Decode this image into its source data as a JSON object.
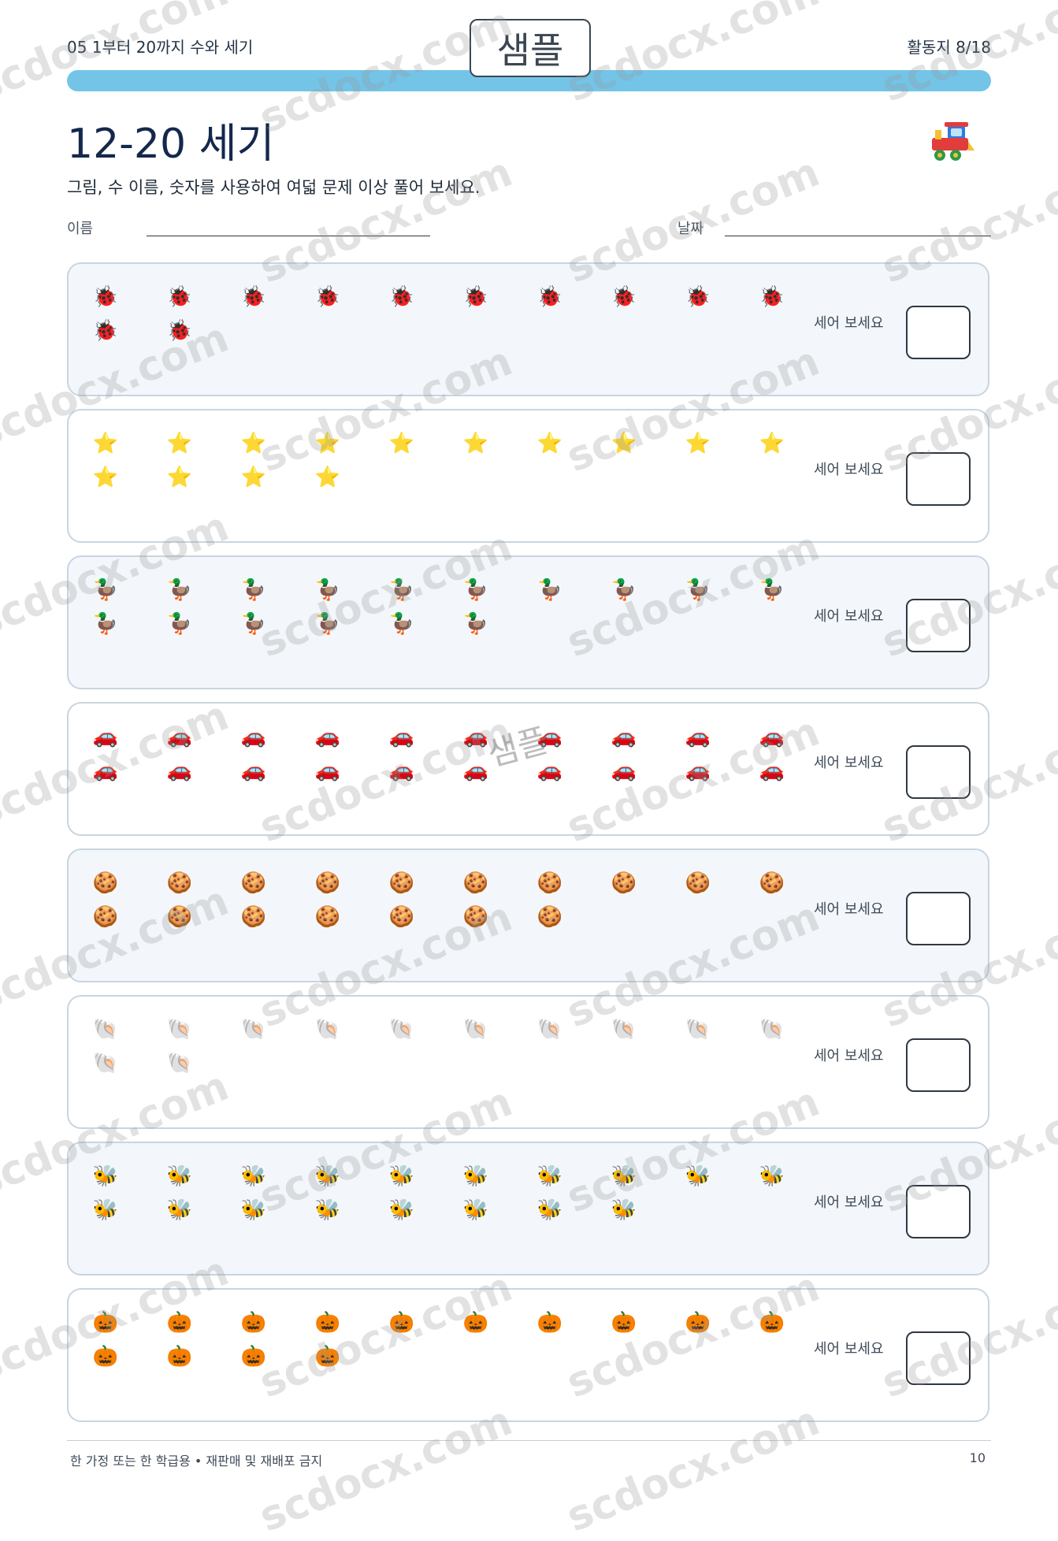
{
  "header": {
    "lesson": "05  1부터 20까지 수와 세기",
    "sample_badge": "샘플",
    "sheet": "활동지 8/18"
  },
  "title": "12-20 세기",
  "title_icon": "train-icon",
  "instruction": "그림, 수 이름, 숫자를 사용하여 여덟 문제 이상 풀어 보세요.",
  "name_label": "이름",
  "date_label": "날짜",
  "count_label": "세어 보세요",
  "rows": [
    {
      "icon": "ladybug",
      "glyph": "🐞",
      "count": 12
    },
    {
      "icon": "star",
      "glyph": "⭐",
      "count": 14
    },
    {
      "icon": "duck",
      "glyph": "🦆",
      "count": 16
    },
    {
      "icon": "car",
      "glyph": "🚗",
      "count": 20
    },
    {
      "icon": "cookie",
      "glyph": "🍪",
      "count": 17
    },
    {
      "icon": "shell",
      "glyph": "🐚",
      "count": 12
    },
    {
      "icon": "bee",
      "glyph": "🐝",
      "count": 18
    },
    {
      "icon": "pumpkin",
      "glyph": "🎃",
      "count": 14
    }
  ],
  "center_stamp": "샘플",
  "watermark": "scdocx.com",
  "footer": {
    "left": "한 가정 또는 한 학급용 • 재판매 및 재배포 금지",
    "page": "10"
  }
}
